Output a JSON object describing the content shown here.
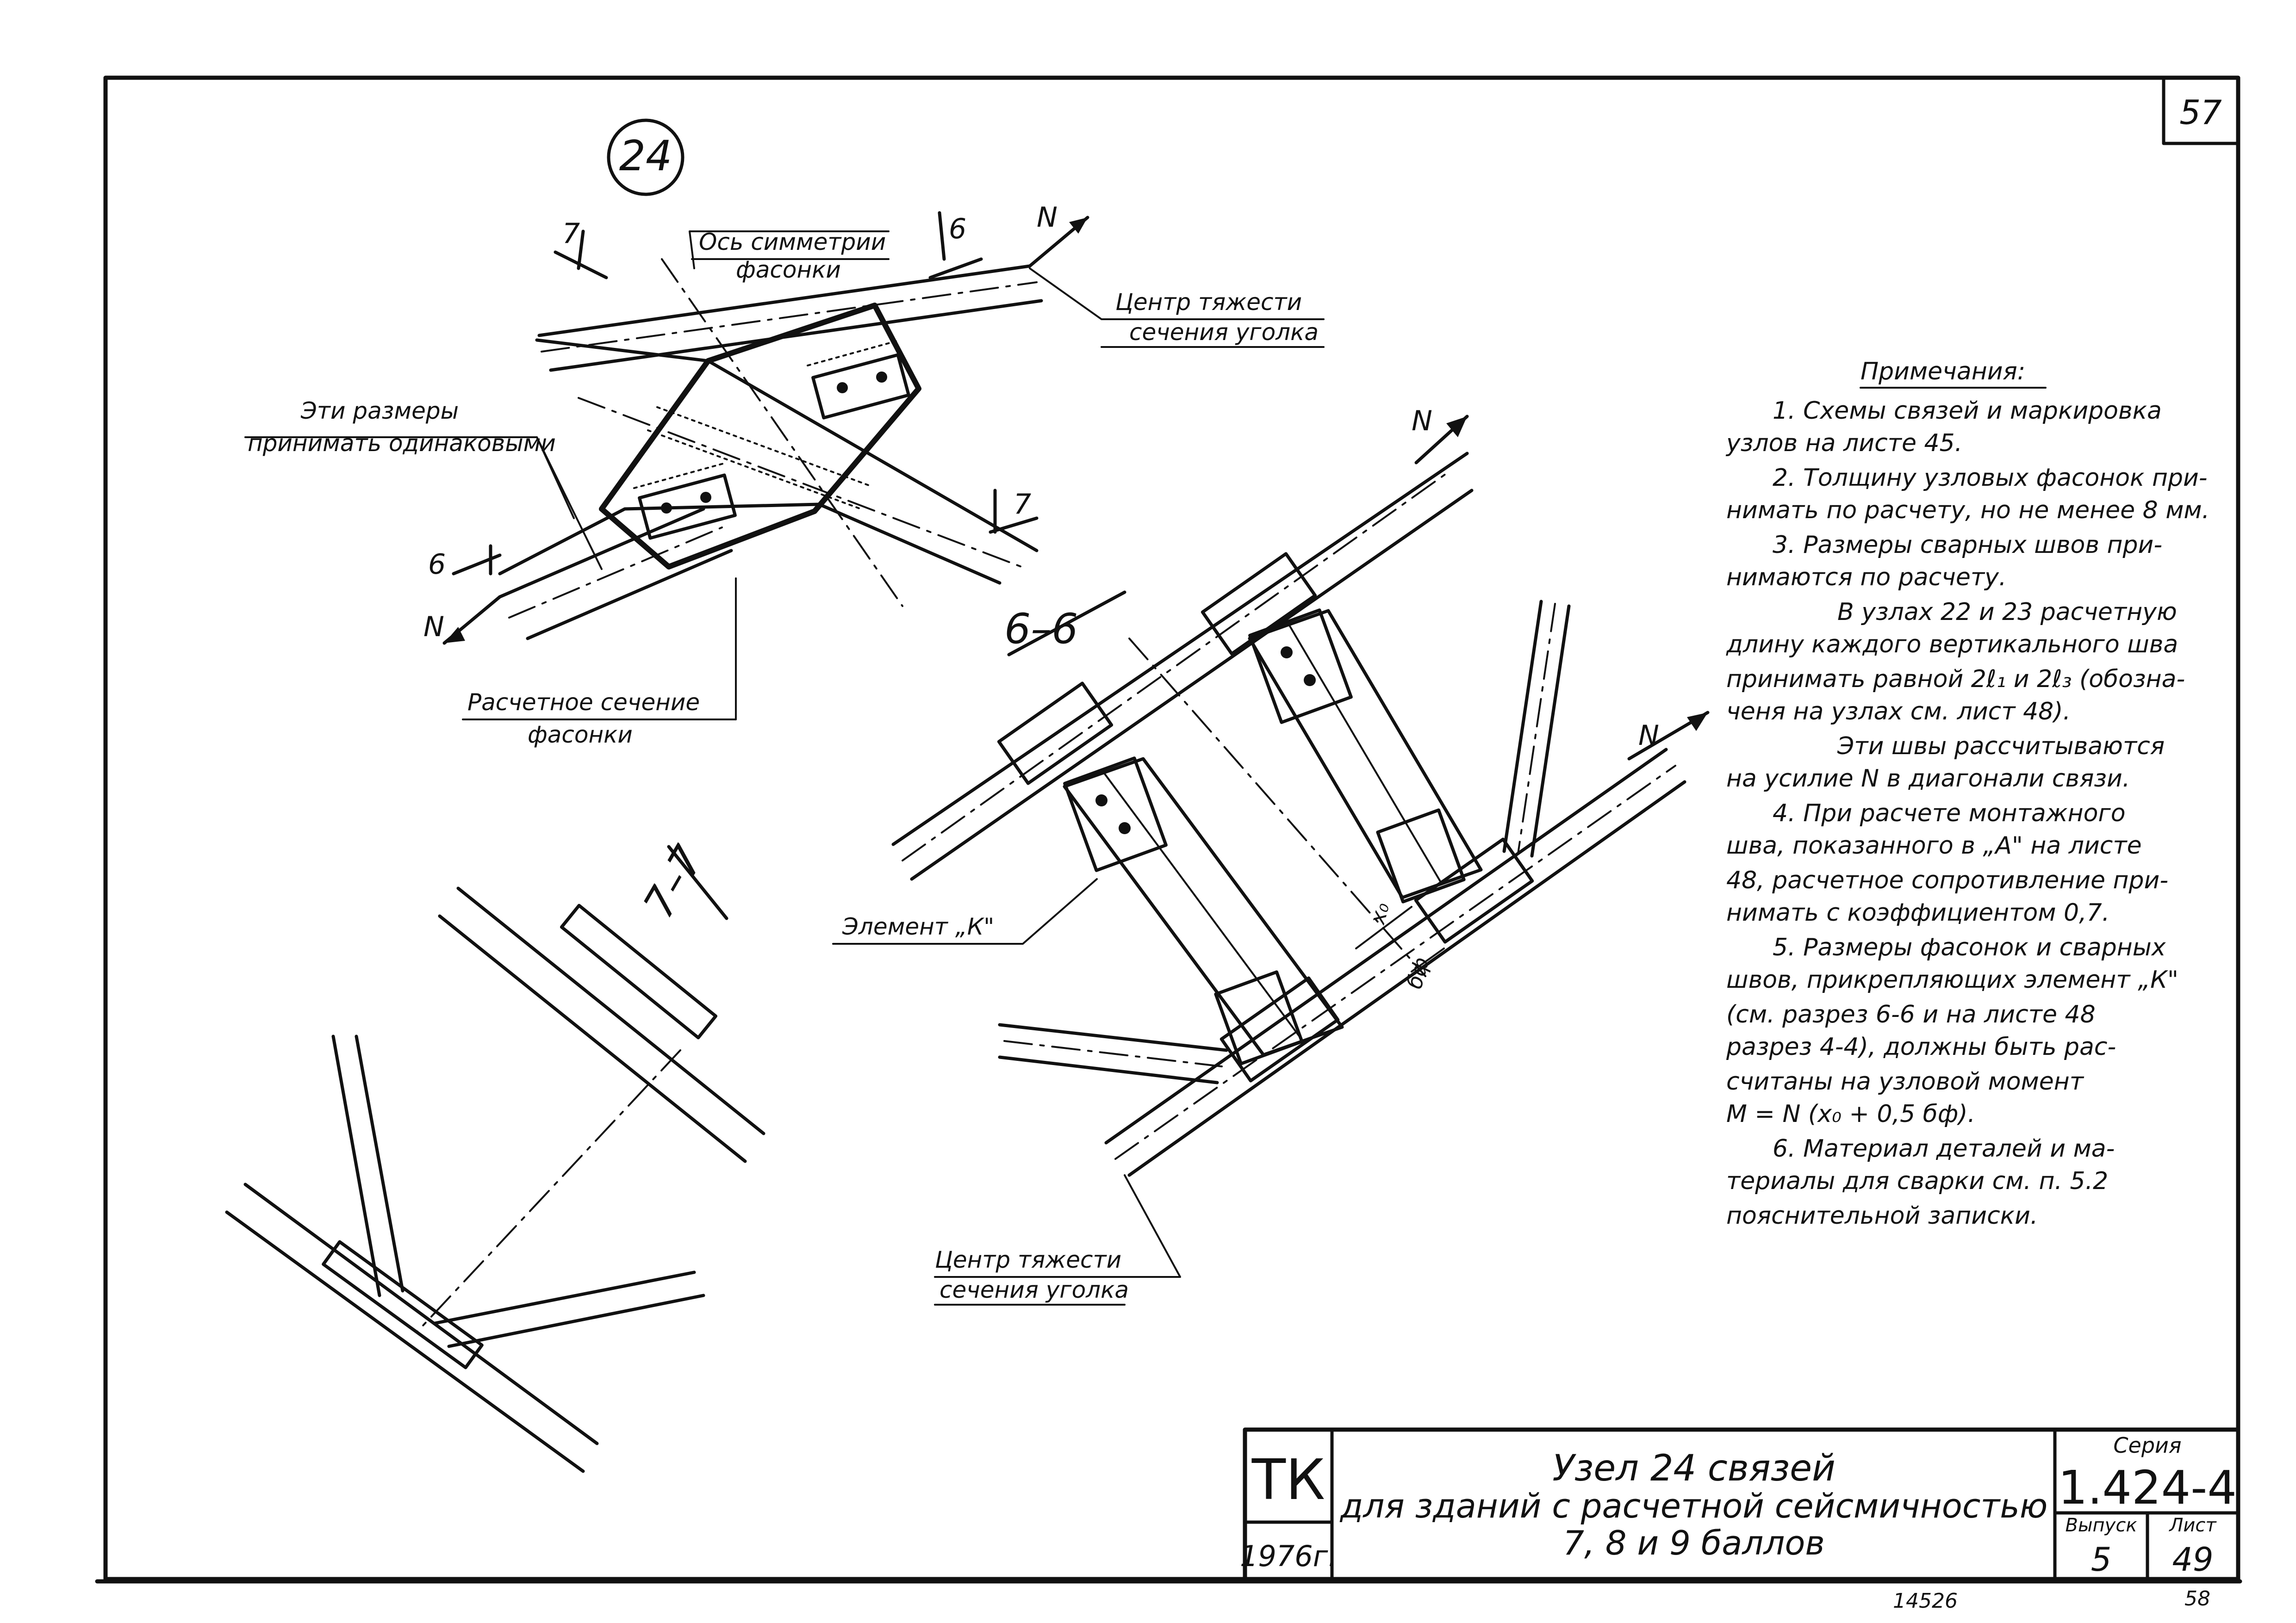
{
  "sheet": {
    "page_number": "57",
    "node_label": "24",
    "bottom_number": "14526",
    "bottom_right_number": "58"
  },
  "view_24": {
    "label_symmetry_axis_1": "Ось симметрии",
    "label_symmetry_axis_2": "фасонки",
    "label_centroid_1": "Центр тяжести",
    "label_centroid_2": "сечения уголка",
    "label_same_dims_1": "Эти размеры",
    "label_same_dims_2": "принимать одинаковыми",
    "label_design_section_1": "Расчетное сечение",
    "label_design_section_2": "фасонки",
    "cut_6": "6",
    "cut_7": "7",
    "force_n": "N"
  },
  "section_66": {
    "title": "6–6",
    "label_element_k": "Элемент „К\"",
    "label_centroid_1": "Центр тяжести",
    "label_centroid_2": "сечения уголка",
    "dim_x0": "x₀",
    "dim_bf": "бф",
    "force_n": "N"
  },
  "section_77": {
    "title": "7–7"
  },
  "notes": {
    "heading": "Примечания:",
    "lines": [
      "1. Схемы связей и маркировка",
      "узлов на листе 45.",
      "2. Толщину узловых фасонок при-",
      "нимать по расчету, но не менее 8 мм.",
      "3. Размеры сварных швов при-",
      "нимаются по расчету.",
      "В узлах 22 и 23 расчетную",
      "длину каждого вертикального шва",
      "принимать равной 2ℓ₁ и 2ℓ₃ (обозна-",
      "ченя на узлах см. лист 48).",
      "Эти швы рассчитываются",
      "на усилие N в диагонали связи.",
      "4. При расчете монтажного",
      "шва, показанного в „А\" на листе",
      "48, расчетное сопротивление при-",
      "нимать с коэффициентом 0,7.",
      "5. Размеры фасонок и сварных",
      "швов, прикрепляющих элемент „К\"",
      "(см. разрез 6-6 и на листе 48",
      "разрез 4-4), должны быть рас-",
      "считаны на узловой момент",
      "M = N (x₀ + 0,5 бф).",
      "6. Материал деталей и ма-",
      "териалы для сварки см. п. 5.2",
      "пояснительной записки."
    ]
  },
  "title_block": {
    "org": "ТК",
    "year": "1976г.",
    "title_line1": "Узел 24 связей",
    "title_line2": "для зданий с расчетной сейсмичностью",
    "title_line3": "7, 8 и 9 баллов",
    "series_label": "Серия",
    "series_value": "1.424-4",
    "issue_label": "Выпуск",
    "issue_value": "5",
    "sheet_label": "Лист",
    "sheet_value": "49"
  }
}
